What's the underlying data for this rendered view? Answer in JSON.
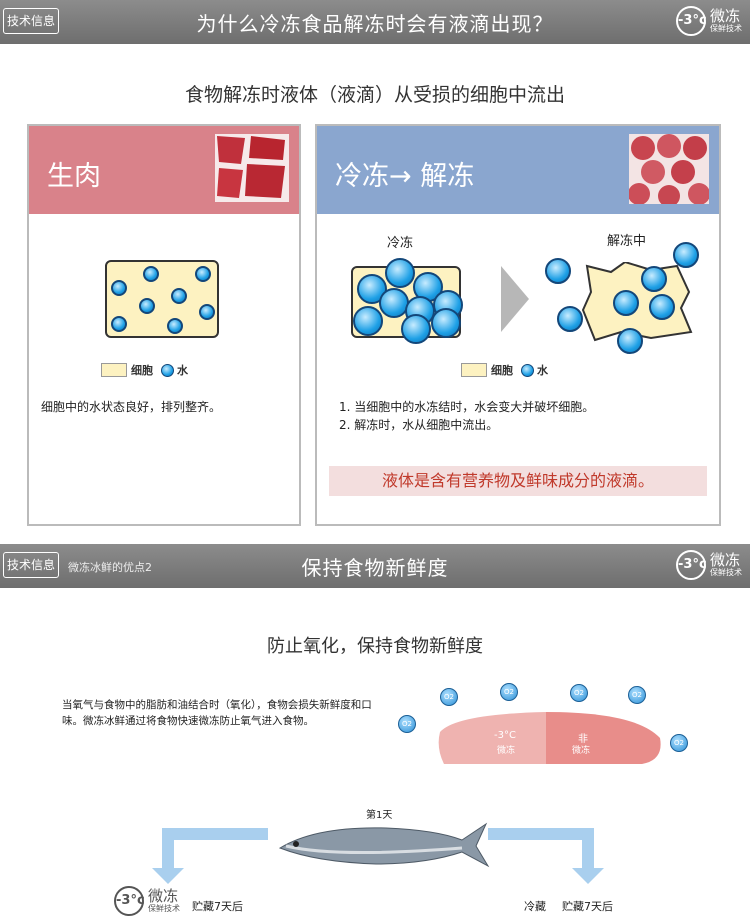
{
  "section1": {
    "tag": "技术信息",
    "title": "为什么冷冻食品解冻时会有液滴出现？",
    "logo_mark": "-3°c",
    "logo_name": "微冻",
    "logo_sub": "保鲜技术",
    "heading": "食物解冻时液体（液滴）从受损的细胞中流出",
    "left_card": {
      "title": "生肉",
      "legend_cell": "细胞",
      "legend_water": "水",
      "caption": "细胞中的水状态良好，排列整齐。"
    },
    "right_card": {
      "title": "冷冻→ 解冻",
      "label_frozen": "冷冻",
      "label_thawing": "解冻中",
      "legend_cell": "细胞",
      "legend_water": "水",
      "point1": "1. 当细胞中的水冻结时，水会变大并破坏细胞。",
      "point2": "2. 解冻时，水从细胞中流出。",
      "highlight": "液体是含有营养物及鲜味成分的液滴。"
    },
    "colors": {
      "left_head": "#d9828a",
      "right_head": "#8aa6cf"
    }
  },
  "section2": {
    "tag": "技术信息",
    "subtitle": "微冻冰鲜的优点2",
    "title": "保持食物新鲜度",
    "logo_mark": "-3°c",
    "logo_name": "微冻",
    "logo_sub": "保鲜技术",
    "heading": "防止氧化，保持食物新鲜度",
    "description": "当氧气与食物中的脂肪和油结合时（氧化），食物会损失新鲜度和口味。微冻冰鲜通过将食物快速微冻防止氧气进入食物。",
    "blob_left_temp": "-3°C",
    "blob_left_label": "微冻",
    "blob_right_label1": "非",
    "blob_right_label2": "微冻",
    "o2_label": "O2",
    "day_label": "第1天",
    "left_bottom_logo_mark": "-3°c",
    "left_bottom_logo_name": "微冻",
    "left_bottom_logo_sub": "保鲜技术",
    "left_bottom_caption": "贮藏7天后",
    "right_bottom_label1": "冷藏",
    "right_bottom_caption": "贮藏7天后"
  }
}
